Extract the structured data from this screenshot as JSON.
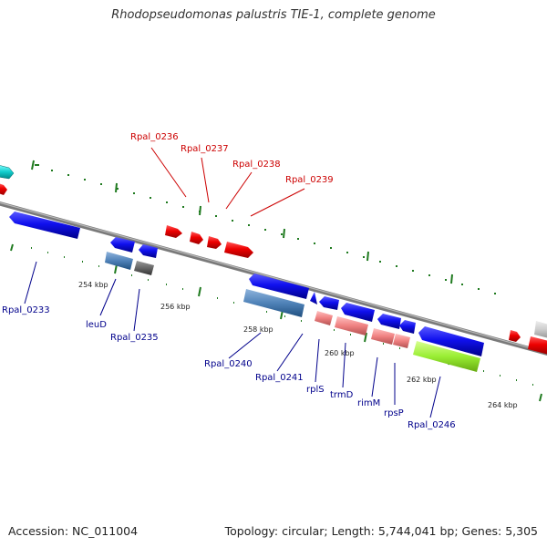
{
  "title": "Rhodopseudomonas palustris TIE-1, complete genome",
  "footer": {
    "accession": "Accession: NC_011004",
    "topology": "Topology: circular; Length: 5,744,041 bp; Genes: 5,305"
  },
  "colors": {
    "backbone": "#8a8a8a",
    "tick": "#1f7a1f",
    "label_red": "#cc0000",
    "label_blue": "#00008b"
  },
  "ticks": [
    "254 kbp",
    "256 kbp",
    "258 kbp",
    "260 kbp",
    "262 kbp",
    "264 kbp"
  ],
  "labels_top": [
    "Rpal_0236",
    "Rpal_0237",
    "Rpal_0238",
    "Rpal_0239"
  ],
  "labels_bottom": [
    "Rpal_0233",
    "leuD",
    "Rpal_0235",
    "Rpal_0240",
    "Rpal_0241",
    "rplS",
    "trmD",
    "rimM",
    "rpsP",
    "Rpal_0246"
  ]
}
